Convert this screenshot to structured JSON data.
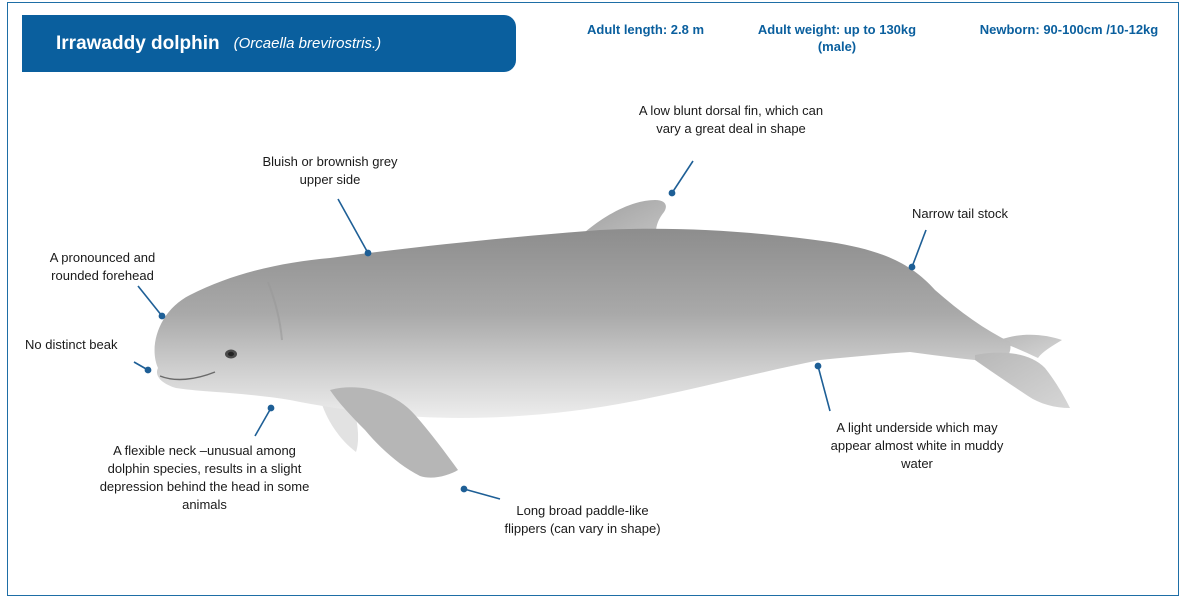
{
  "header": {
    "title": "Irrawaddy dolphin",
    "scientific_name": "(Orcaella brevirostris.)"
  },
  "stats": [
    {
      "label": "Adult length: 2.8 m"
    },
    {
      "label": "Adult weight: up to 130kg",
      "sub": "(male)"
    },
    {
      "label": "Newborn: 90-100cm /10-12kg"
    }
  ],
  "annotations": {
    "dorsal_fin": "A low blunt dorsal fin, which can vary a great deal in shape",
    "upper_side": "Bluish or brownish grey upper side",
    "tail_stock": "Narrow tail stock",
    "forehead": "A pronounced and rounded forehead",
    "beak": "No distinct beak",
    "neck": "A flexible neck –unusual among dolphin species, results in a slight depression behind the head in some animals",
    "flippers": "Long broad paddle-like flippers (can vary in shape)",
    "underside": "A light underside which may appear almost white in muddy water"
  },
  "colors": {
    "accent": "#0a5f9e",
    "leader_line": "#1e5f96",
    "body": "#9a9a9a",
    "belly": "#e6e6e6"
  }
}
